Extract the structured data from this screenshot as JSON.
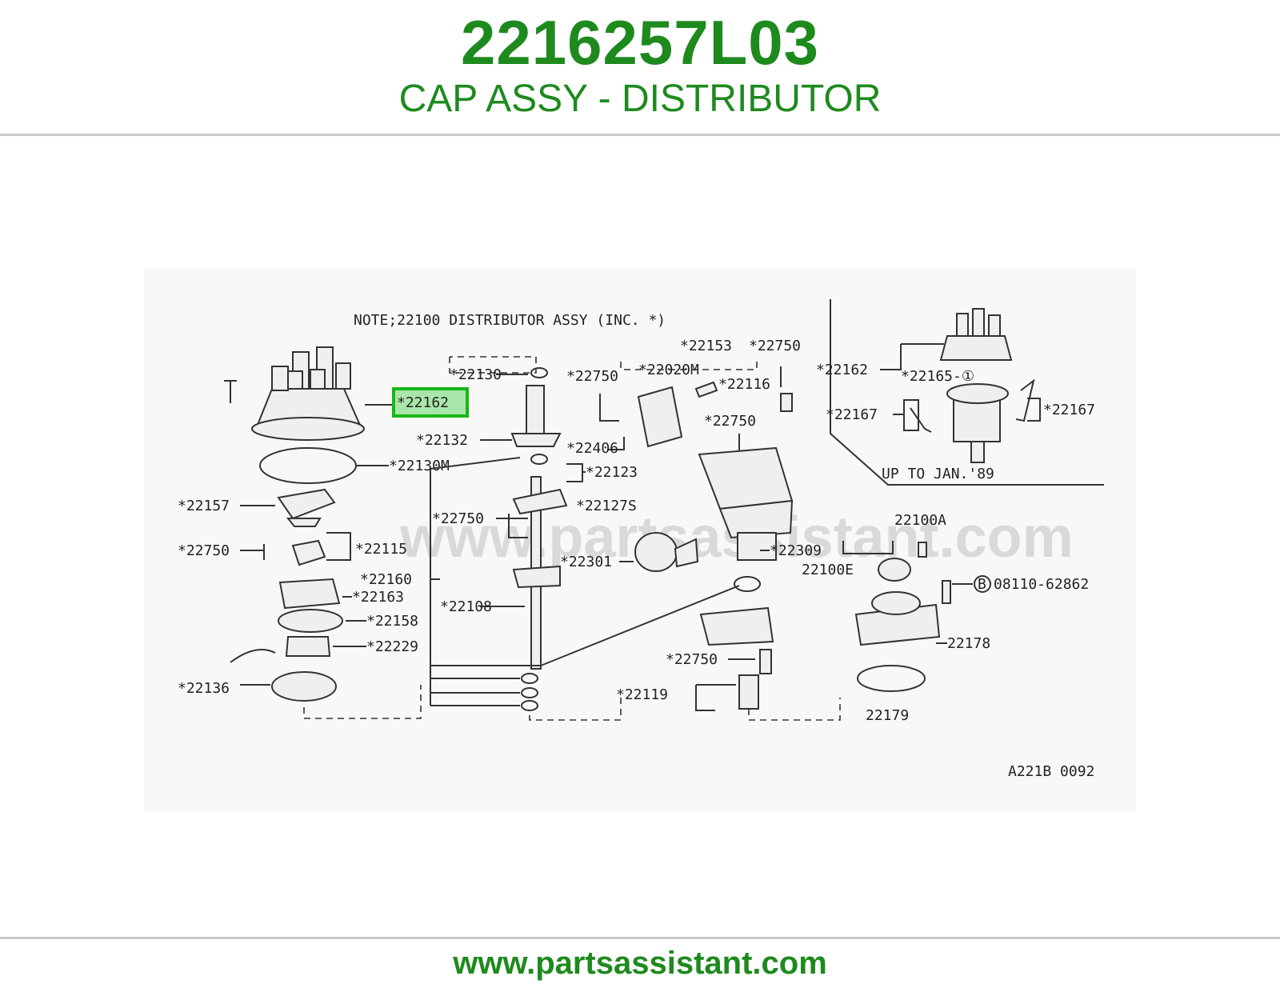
{
  "header": {
    "part_number": "2216257L03",
    "description": "CAP ASSY - DISTRIBUTOR"
  },
  "diagram": {
    "note": "NOTE;22100 DISTRIBUTOR ASSY (INC. *)",
    "watermark": "www.partsassistant.com",
    "highlighted_label": "*22162",
    "labels": {
      "l22162_main": "*22162",
      "l22130": "*22130",
      "l22132": "*22132",
      "l22130M": "*22130M",
      "l22157": "*22157",
      "l22750_a": "*22750",
      "l22115": "*22115",
      "l22160": "*22160",
      "l22163": "*22163",
      "l22158": "*22158",
      "l22229": "*22229",
      "l22136": "*22136",
      "l22123": "*22123",
      "l22127S": "*22127S",
      "l22750_b": "*22750",
      "l22108": "*22108",
      "l22750_c": "*22750",
      "l22020M": "*22020M",
      "l22153": "*22153",
      "l22750_d": "*22750",
      "l22116": "*22116",
      "l22406": "*22406",
      "l22750_e": "*22750",
      "l22301": "*22301",
      "l22309": "*22309",
      "l22750_f": "*22750",
      "l22119": "*22119",
      "l22162_alt": "*22162",
      "l22165": "*22165-①",
      "l22167_a": "*22167",
      "l22167_b": "*22167",
      "up_to": "UP TO JAN.'89",
      "l22100A": "22100A",
      "l22100E": "22100E",
      "l08110_circle": "B",
      "l08110": "08110-62862",
      "l22178": "22178",
      "l22179": "22179",
      "diagram_code": "A221B 0092"
    }
  },
  "footer": {
    "url": "www.partsassistant.com"
  }
}
